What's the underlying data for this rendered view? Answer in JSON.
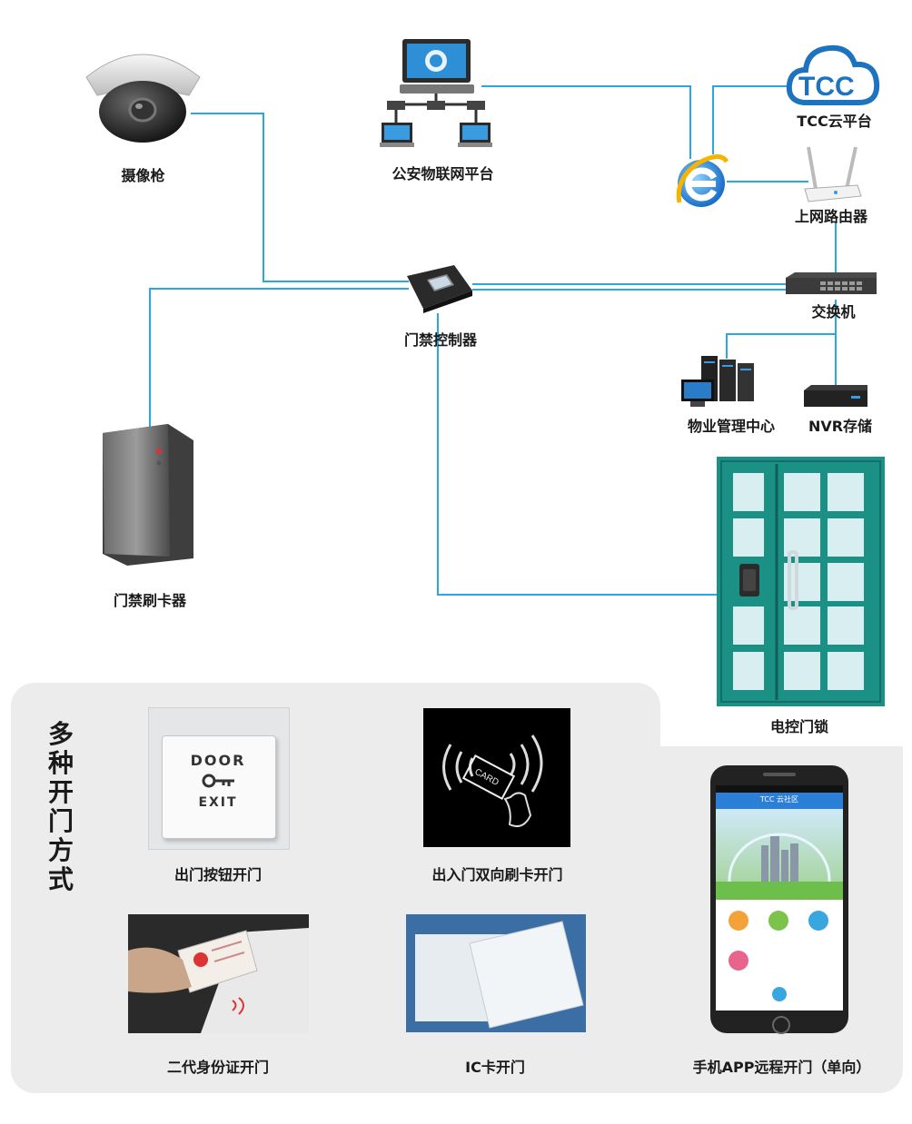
{
  "colors": {
    "line": "#2aa7e0",
    "door": "#1b9085",
    "panel": "#ececec",
    "glass": "#d8eef0"
  },
  "nodes": {
    "camera": "摄像枪",
    "police_platform": "公安物联网平台",
    "tcc_cloud": "TCC云平台",
    "tcc_logo": "TCC",
    "router": "上网路由器",
    "switch": "交换机",
    "controller": "门禁控制器",
    "property_center": "物业管理中心",
    "nvr": "NVR存储",
    "card_reader": "门禁刷卡器",
    "door_lock": "电控门锁"
  },
  "methods": {
    "title": "多种开门方式",
    "items": [
      {
        "label": "出门按钮开门",
        "door_text": "DOOR",
        "exit_text": "EXIT"
      },
      {
        "label": "出入门双向刷卡开门",
        "card_text": "CARD"
      },
      {
        "label": "二代身份证开门"
      },
      {
        "label": "IC卡开门"
      },
      {
        "label": "手机APP远程开门（单向）",
        "app_title": "TCC 云社区"
      }
    ]
  }
}
